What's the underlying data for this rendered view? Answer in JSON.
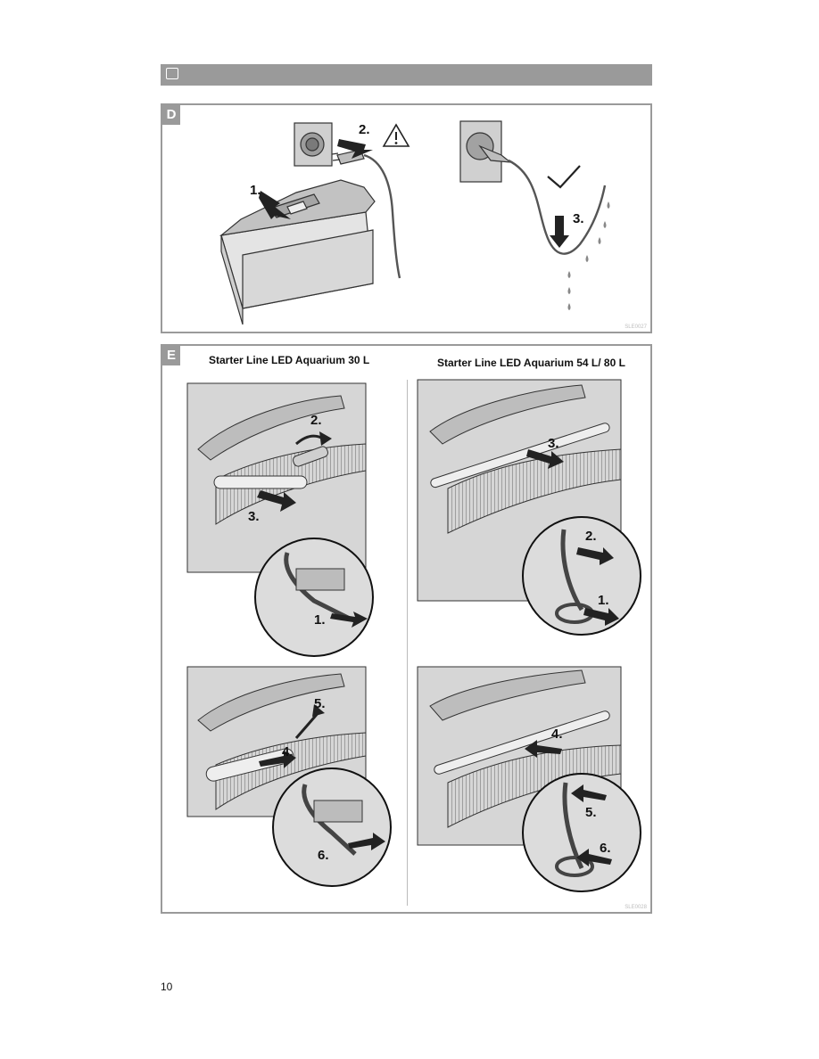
{
  "section_d": {
    "tag": "D",
    "steps": [
      "1.",
      "2.",
      "3."
    ],
    "code": "SLE0027"
  },
  "section_e": {
    "tag": "E",
    "model_left": "Starter Line LED Aquarium 30 L",
    "model_right": "Starter Line LED Aquarium 54 L/ 80 L",
    "left_top_steps": [
      "2.",
      "3.",
      "1."
    ],
    "right_top_steps": [
      "3.",
      "2.",
      "1."
    ],
    "left_bottom_steps": [
      "5.",
      "4.",
      "6."
    ],
    "right_bottom_steps": [
      "4.",
      "5.",
      "6."
    ],
    "code": "SLE0028"
  },
  "page_number": "10",
  "icons": [
    "warning-icon",
    "checkmark-icon",
    "water-drop-icon",
    "power-plug-icon",
    "wall-socket-icon"
  ]
}
